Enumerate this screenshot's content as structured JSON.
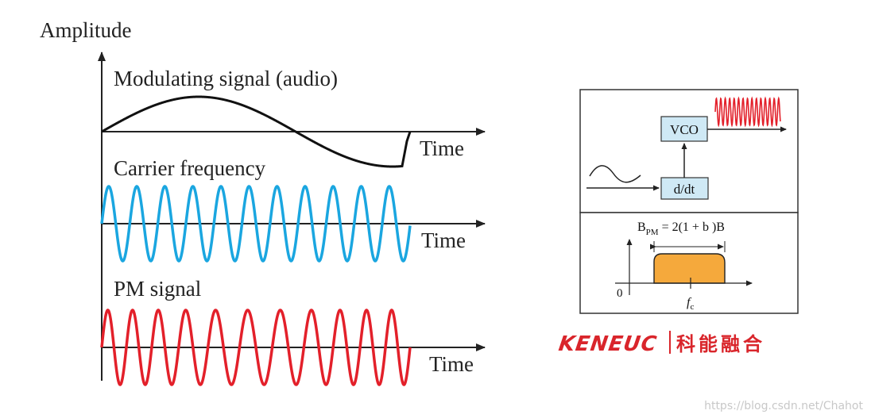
{
  "left_panel": {
    "y_axis_label": "Amplitude",
    "modulating": {
      "label": "Modulating signal (audio)",
      "axis_label": "Time",
      "color": "#111111"
    },
    "carrier": {
      "label": "Carrier frequency",
      "axis_label": "Time",
      "color": "#1aa6e0"
    },
    "pm": {
      "label": "PM signal",
      "axis_label": "Time",
      "color": "#e3202a"
    }
  },
  "block_diagram": {
    "vco_label": "VCO",
    "ddt_label": "d/dt",
    "box_fill": "#cfe9f5",
    "output_wave_color": "#e3202a"
  },
  "spectrum": {
    "formula_prefix": "B",
    "formula_subscript": "PM",
    "formula_suffix": " = 2(1 + b )B",
    "origin_label": "0",
    "center_label_main": "f",
    "center_label_sub": "c",
    "band_color": "#f5a93c"
  },
  "logo": {
    "brand": "KENEUC",
    "chinese": "科能融合",
    "color": "#d9252b"
  },
  "watermark": "https://blog.csdn.net/Chahot"
}
